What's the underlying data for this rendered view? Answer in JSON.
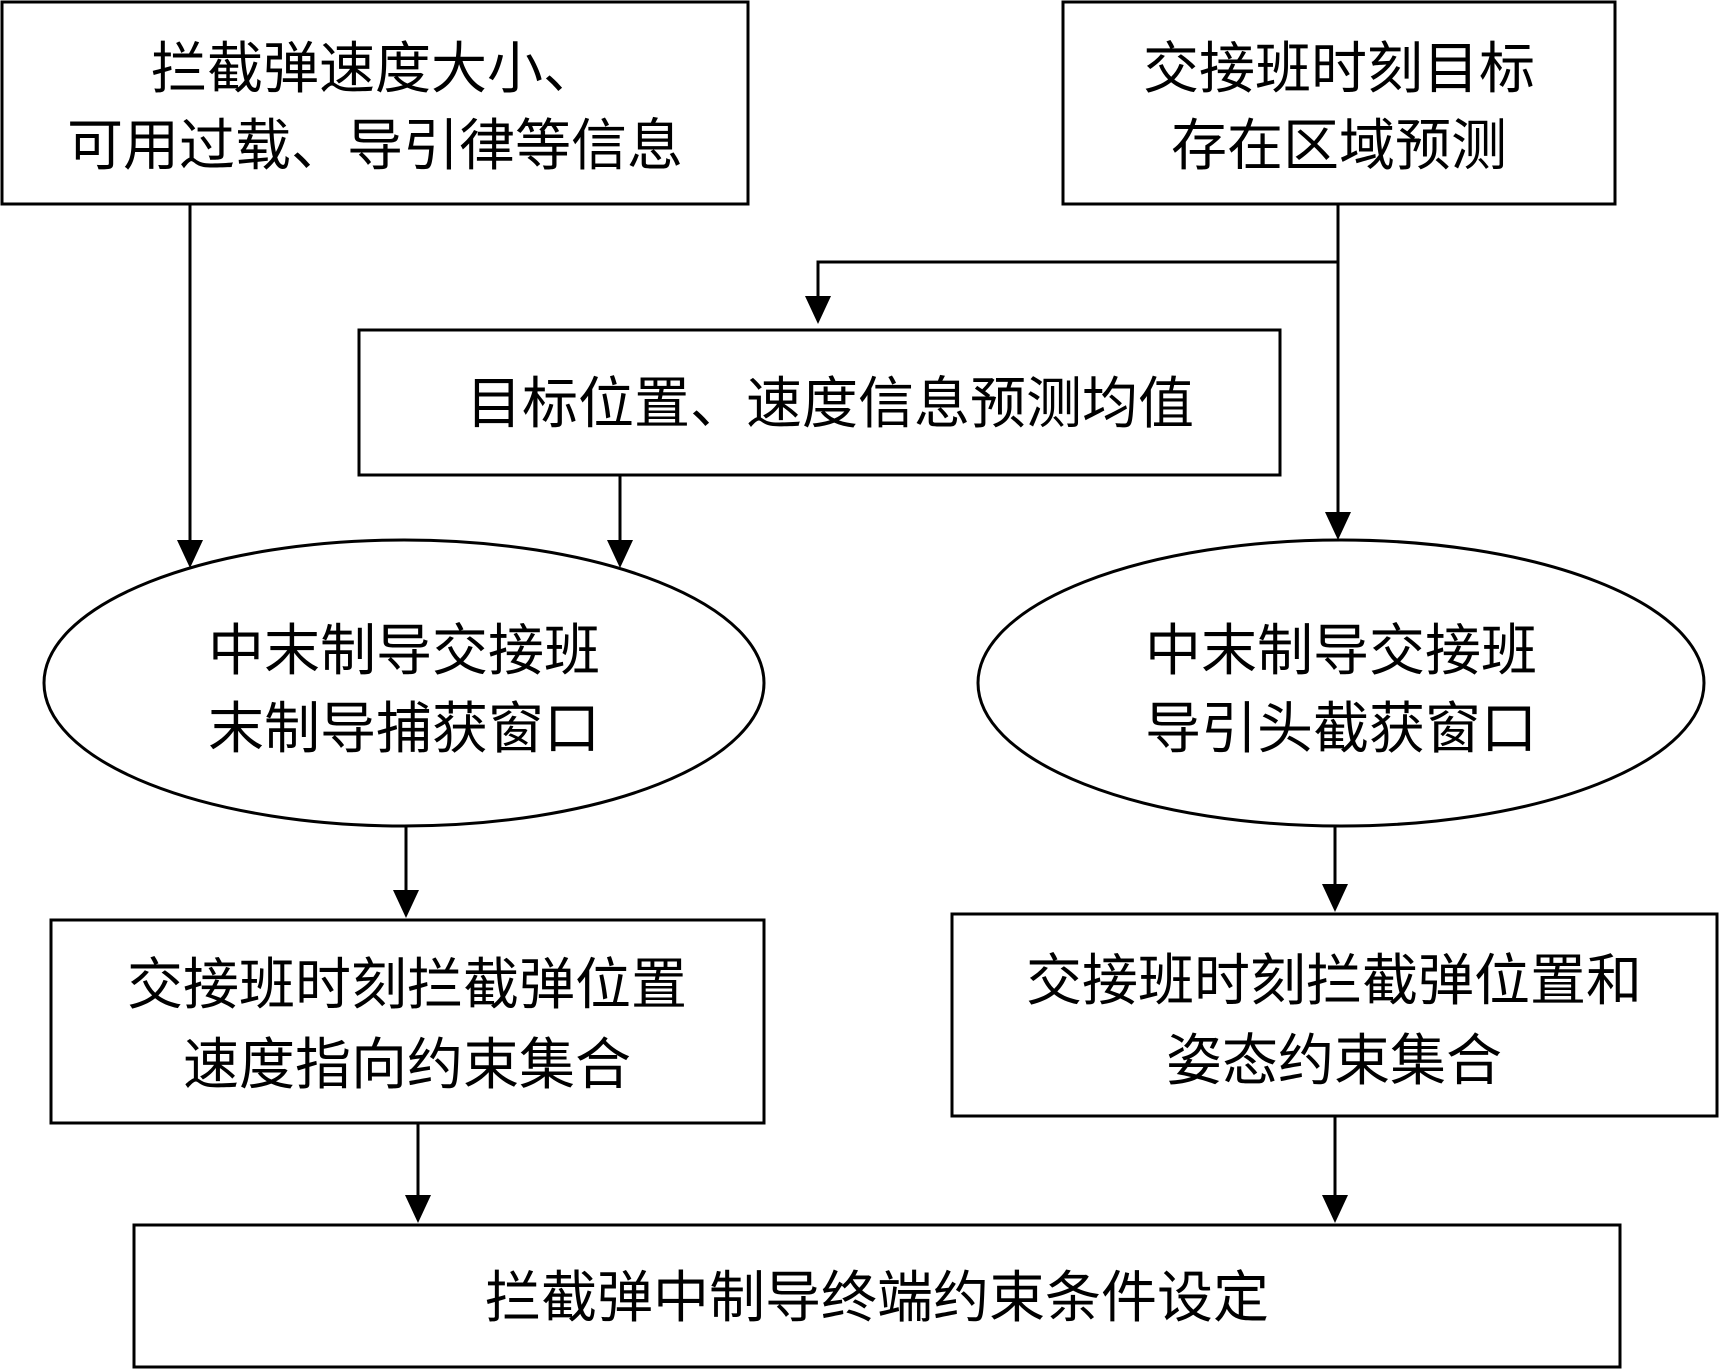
{
  "nodes": {
    "interceptor_info": {
      "line1": "拦截弹速度大小、",
      "line2": "可用过载、导引律等信息"
    },
    "target_region": {
      "line1": "交接班时刻目标",
      "line2": "存在区域预测"
    },
    "target_mean": {
      "line1": "目标位置、速度信息预测均值"
    },
    "capture_window": {
      "line1": "中末制导交接班",
      "line2": "末制导捕获窗口"
    },
    "seeker_window": {
      "line1": "中末制导交接班",
      "line2": "导引头截获窗口"
    },
    "position_velocity_set": {
      "line1": "交接班时刻拦截弹位置",
      "line2": "速度指向约束集合"
    },
    "position_attitude_set": {
      "line1": "交接班时刻拦截弹位置和",
      "line2": "姿态约束集合"
    },
    "terminal_constraint": {
      "line1": "拦截弹中制导终端约束条件设定"
    }
  }
}
